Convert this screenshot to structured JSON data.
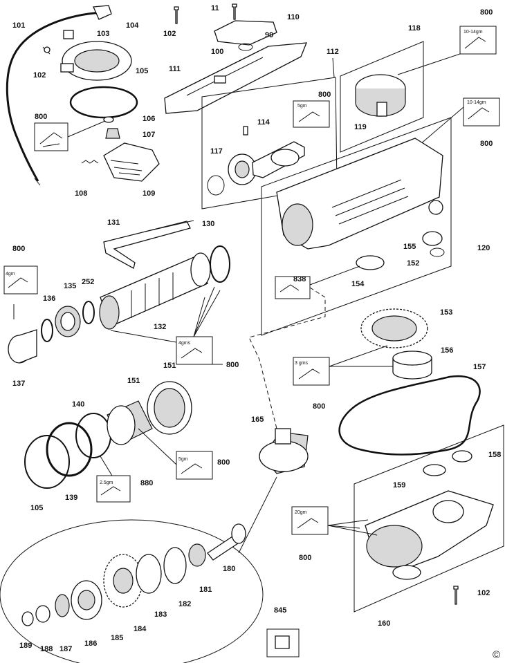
{
  "diagram": {
    "copyright_symbol": "©",
    "labels": {
      "p101": "101",
      "p102a": "102",
      "p103": "103",
      "p104": "104",
      "p102b": "102",
      "p11": "11",
      "p110": "110",
      "p99": "99",
      "p100": "100",
      "p105a": "105",
      "p106": "106",
      "p107": "107",
      "p108": "108",
      "p109": "109",
      "p111": "111",
      "p112": "112",
      "p118": "118",
      "p800a": "800",
      "p800b": "800",
      "p800c": "800",
      "p800d": "800",
      "p114": "114",
      "p117": "117",
      "p119": "119",
      "p131": "131",
      "p130": "130",
      "p800e": "800",
      "p120": "120",
      "p135": "135",
      "p252": "252",
      "p136": "136",
      "p132": "132",
      "p838": "838",
      "p155": "155",
      "p152": "152",
      "p154": "154",
      "p137": "137",
      "p800f": "800",
      "p151a": "151",
      "p151b": "151",
      "p153": "153",
      "p156": "156",
      "p800g": "800",
      "p157": "157",
      "p140": "140",
      "p165": "165",
      "p800h": "800",
      "p880": "880",
      "p105b": "105",
      "p139": "139",
      "p158": "158",
      "p159": "159",
      "p800i": "800",
      "p180": "180",
      "p181": "181",
      "p182": "182",
      "p183": "183",
      "p184": "184",
      "p185": "185",
      "p186": "186",
      "p187": "187",
      "p188": "188",
      "p189": "189",
      "p102c": "102",
      "p845": "845",
      "p160": "160"
    },
    "grease": {
      "g1": "10-14gm",
      "g2": "10-14gm",
      "g3": "5gm",
      "g4": "4gm",
      "g5": "4gms",
      "g6": "3 gms",
      "g7": "5gm",
      "g8": "2.5gm",
      "g9": "20gm"
    }
  }
}
